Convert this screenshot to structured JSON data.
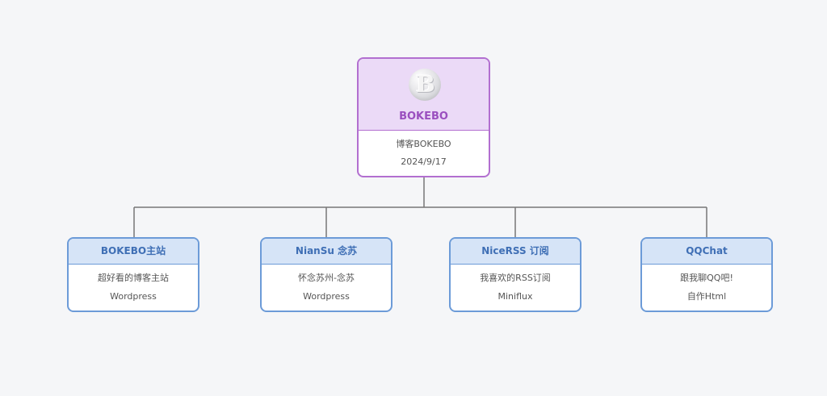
{
  "root": {
    "logo_letter": "B",
    "title": "BOKEBO",
    "subtitle": "博客BOKEBO",
    "date": "2024/9/17"
  },
  "children": [
    {
      "title": "BOKEBO主站",
      "line1": "超好看的博客主站",
      "line2": "Wordpress"
    },
    {
      "title": "NianSu 念苏",
      "line1": "怀念苏州-念苏",
      "line2": "Wordpress"
    },
    {
      "title": "NiceRSS 订阅",
      "line1": "我喜欢的RSS订阅",
      "line2": "Miniflux"
    },
    {
      "title": "QQChat",
      "line1": "跟我聊QQ吧!",
      "line2": "自作Html"
    }
  ],
  "colors": {
    "background": "#f5f6f8",
    "root_border": "#b26fd0",
    "root_header": "#ebdaf7",
    "root_title": "#9a4fbf",
    "child_border": "#6c9bd8",
    "child_header": "#d6e4f7",
    "child_title": "#3f6fb5",
    "connector": "#777777"
  }
}
